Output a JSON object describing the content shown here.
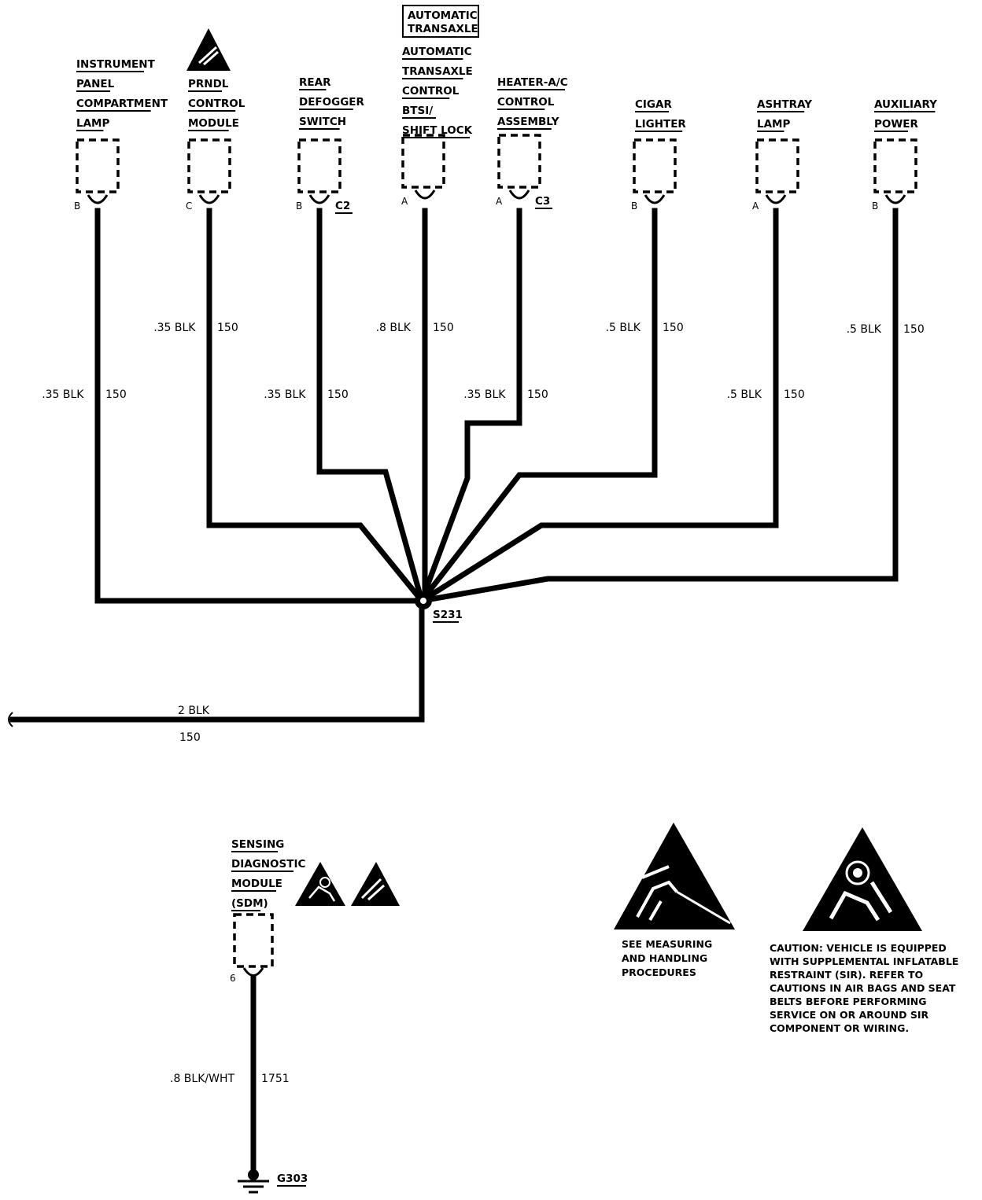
{
  "components": [
    {
      "id": "instrument-panel-compartment-lamp",
      "lines": [
        "INSTRUMENT",
        "PANEL",
        "COMPARTMENT",
        "LAMP"
      ],
      "pin": "B",
      "connector": "",
      "wire_gauge": ".35 BLK",
      "circuit": "150"
    },
    {
      "id": "prndl-control-module",
      "lines": [
        "PRNDL",
        "CONTROL",
        "MODULE"
      ],
      "pin": "C",
      "connector": "",
      "wire_gauge": ".35 BLK",
      "circuit": "150"
    },
    {
      "id": "rear-defogger-switch",
      "lines": [
        "REAR",
        "DEFOGGER",
        "SWITCH"
      ],
      "pin": "B",
      "connector": "C2",
      "wire_gauge": ".35 BLK",
      "circuit": "150"
    },
    {
      "id": "automatic-transaxle-control",
      "lines": [
        "AUTOMATIC",
        "TRANSAXLE",
        "CONTROL",
        "BTSI/",
        "SHIFT LOCK"
      ],
      "pin": "A",
      "connector": "",
      "wire_gauge": ".8 BLK",
      "circuit": "150"
    },
    {
      "id": "heater-ac-control-assembly",
      "lines": [
        "HEATER-A/C",
        "CONTROL",
        "ASSEMBLY"
      ],
      "pin": "A",
      "connector": "C3",
      "wire_gauge": ".35 BLK",
      "circuit": "150"
    },
    {
      "id": "cigar-lighter",
      "lines": [
        "CIGAR",
        "LIGHTER"
      ],
      "pin": "B",
      "connector": "",
      "wire_gauge": ".5 BLK",
      "circuit": "150"
    },
    {
      "id": "ashtray-lamp",
      "lines": [
        "ASHTRAY",
        "LAMP"
      ],
      "pin": "A",
      "connector": "",
      "wire_gauge": ".5 BLK",
      "circuit": "150"
    },
    {
      "id": "auxiliary-power",
      "lines": [
        "AUXILIARY",
        "POWER"
      ],
      "pin": "B",
      "connector": "",
      "wire_gauge": ".5 BLK",
      "circuit": "150"
    }
  ],
  "transaxle_box": [
    "AUTOMATIC",
    "TRANSAXLE"
  ],
  "splice": "S231",
  "trunk": {
    "wire_gauge": "2 BLK",
    "circuit": "150"
  },
  "sdm": {
    "lines": [
      "SENSING",
      "DIAGNOSTIC",
      "MODULE",
      "(SDM)"
    ],
    "pin": "6",
    "wire_gauge": ".8 BLK/WHT",
    "circuit": "1751",
    "ground": "G303"
  },
  "legend": {
    "esd_note": [
      "SEE MEASURING",
      "AND HANDLING",
      "PROCEDURES"
    ],
    "sir_note": [
      "CAUTION: VEHICLE IS EQUIPPED",
      "WITH SUPPLEMENTAL INFLATABLE",
      "RESTRAINT (SIR). REFER TO",
      "CAUTIONS IN AIR BAGS AND SEAT",
      "BELTS BEFORE PERFORMING",
      "SERVICE ON OR AROUND SIR",
      "COMPONENT OR WIRING."
    ]
  }
}
